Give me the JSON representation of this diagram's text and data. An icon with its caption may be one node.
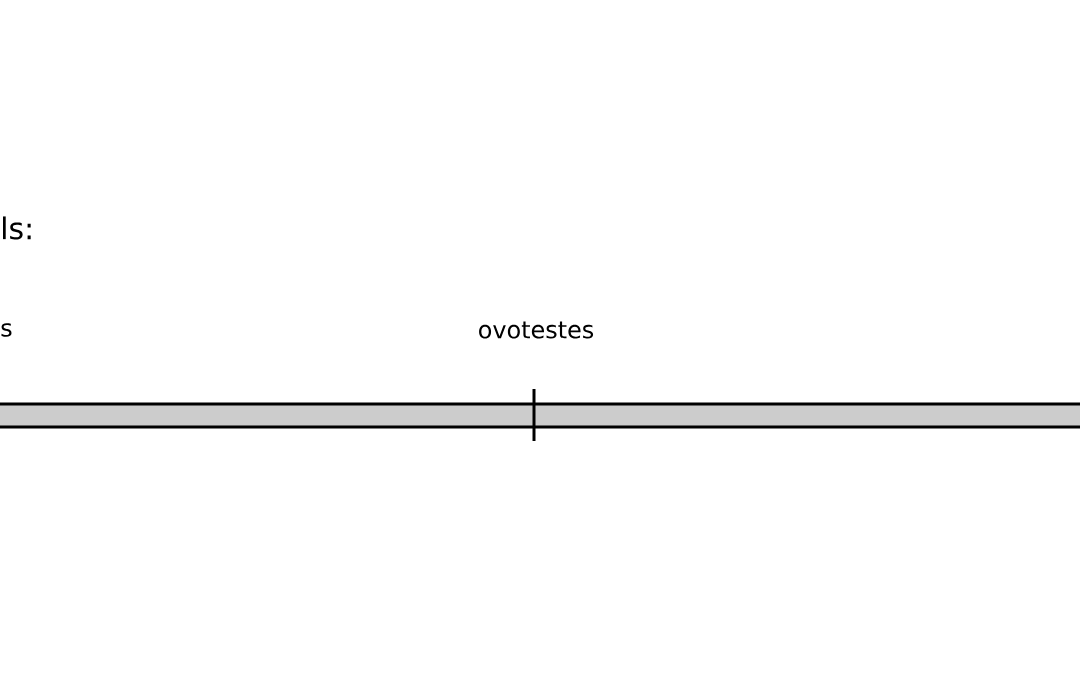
{
  "diagram": {
    "labels": [
      "ls:",
      "s",
      "ovotestes"
    ]
  }
}
